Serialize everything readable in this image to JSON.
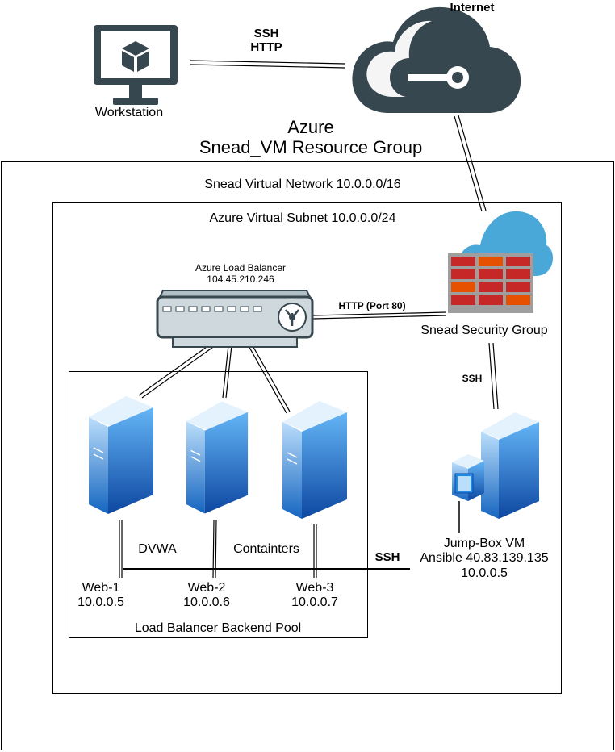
{
  "workstation": {
    "label": "Workstation",
    "icon": "monitor-cube-icon"
  },
  "internet": {
    "label": "Internet",
    "icon": "cloud-icon"
  },
  "ws_link": {
    "line1": "SSH",
    "line2": "HTTP"
  },
  "azure_title": {
    "line1": "Azure",
    "line2": "Snead_VM Resource Group"
  },
  "vnet": {
    "label": "Snead Virtual Network 10.0.0.0/16"
  },
  "subnet": {
    "label": "Azure Virtual Subnet 10.0.0.0/24"
  },
  "load_balancer": {
    "name": "Azure Load Balancer",
    "ip": "104.45.210.246",
    "icon": "load-balancer-icon"
  },
  "lb_link": {
    "label": "HTTP (Port 80)"
  },
  "security_group": {
    "label": "Snead Security Group",
    "icon": "firewall-cloud-icon"
  },
  "sg_link": {
    "label": "SSH"
  },
  "backend_pool": {
    "label": "Load Balancer Backend Pool"
  },
  "servers": [
    {
      "name": "Web-1",
      "ip": "10.0.0.5"
    },
    {
      "name": "Web-2",
      "ip": "10.0.0.6"
    },
    {
      "name": "Web-3",
      "ip": "10.0.0.7"
    }
  ],
  "pool_notes": {
    "dvwa": "DVWA",
    "containers": "Containters"
  },
  "jumpbox": {
    "name": "Jump-Box VM",
    "line2": "Ansible 40.83.139.135",
    "ip": "10.0.0.5",
    "icon": "vm-server-icon"
  },
  "jump_link": {
    "label": "SSH"
  },
  "colors": {
    "icon_slate": "#37474f",
    "server_blue": "#1e88e5",
    "firewall_red": "#c62828",
    "firewall_orange": "#e65100",
    "cloud_blue": "#4aa8d8"
  }
}
